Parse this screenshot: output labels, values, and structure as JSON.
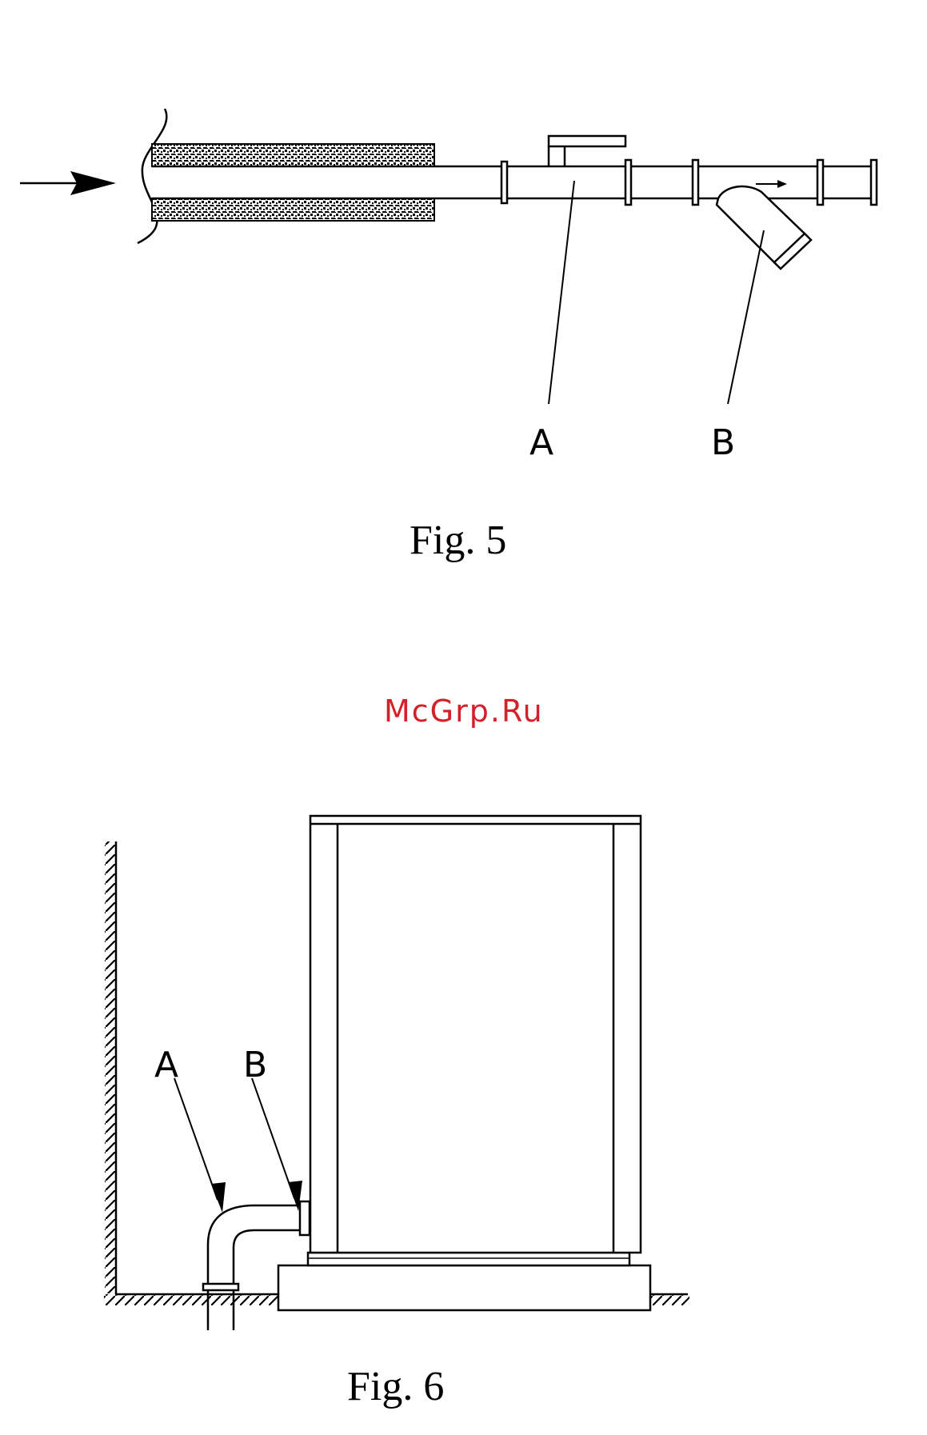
{
  "figure5": {
    "label_a": "A",
    "label_b": "B",
    "caption": "Fig. 5"
  },
  "watermark": {
    "text": "McGrp.Ru",
    "color": "#d4202a"
  },
  "figure6": {
    "label_a": "A",
    "label_b": "B",
    "caption": "Fig. 6"
  },
  "colors": {
    "line": "#000000",
    "background": "#ffffff"
  }
}
